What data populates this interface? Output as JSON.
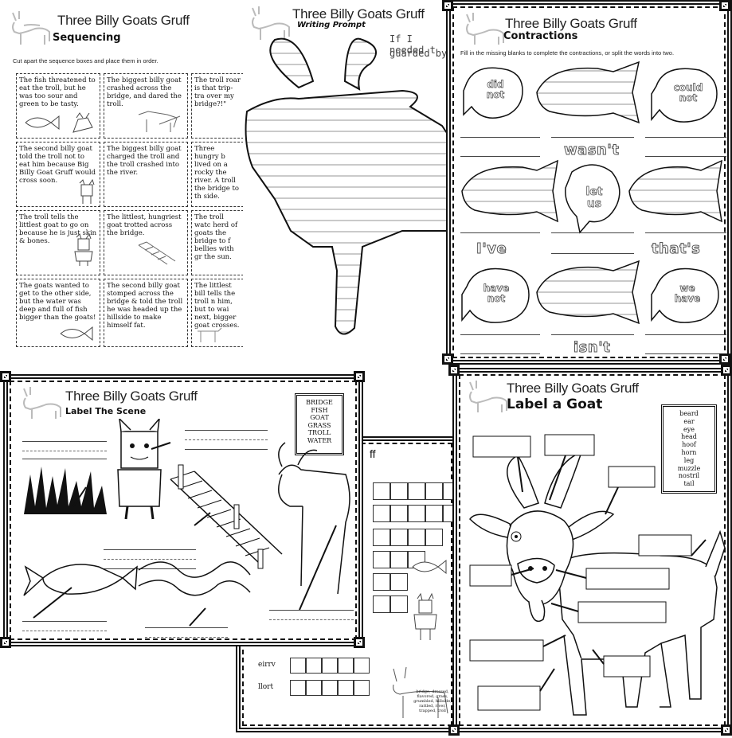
{
  "sequencing": {
    "title": "Three Billy Goats Gruff",
    "subtitle": "Sequencing",
    "instructions": "Cut apart the sequence boxes and place them in order.",
    "cells": [
      "The fish threatened to eat the troll, but he was too sour and green to be tasty.",
      "The biggest billy goat crashed across the bridge, and dared the troll.",
      "The troll roar is that trip-tra over my bridge?!\"",
      "The second billy goat told the troll not to eat him because Big Billy Goat Gruff would cross soon.",
      "The biggest billy goat charged the troll and the troll crashed into the river.",
      "Three hungry b lived on a rocky the river. A troll the bridge to th side.",
      "The troll tells the littlest goat to go on because he is just skin & bones.",
      "The littlest, hungriest goat trotted across the bridge.",
      "The troll watc herd of goats the bridge to f bellies with gr the sun.",
      "The goats wanted to get to the other side, but the water was deep and full of fish bigger than the goats!",
      "The second billy goat stomped across the bridge & told the troll he was headed up the hillside to make himself fat.",
      "The littlest bill tells the troll n him, but to wai next, bigger goat crosses."
    ]
  },
  "writing": {
    "title": "Three Billy Goats Gruff",
    "subtitle": "Writing Prompt",
    "prompt_line1": "If I needed t",
    "prompt_line2": "guarded by"
  },
  "contractions": {
    "title": "Three Billy Goats Gruff",
    "subtitle": "Contractions",
    "instructions": "Fill in the missing blanks to complete the contractions, or split the words into two.",
    "fish_words": [
      {
        "top": "did",
        "bottom": "not"
      },
      {
        "top": "could",
        "bottom": "not"
      },
      {
        "top": "let",
        "bottom": "us"
      },
      {
        "top": "have",
        "bottom": "not"
      },
      {
        "top": "we",
        "bottom": "have"
      }
    ],
    "given": [
      "wasn't",
      "I've",
      "that's",
      "isn't"
    ]
  },
  "scene": {
    "title": "Three Billy Goats Gruff",
    "subtitle": "Label The Scene",
    "word_bank": [
      "BRIDGE",
      "FISH",
      "GOAT",
      "GRASS",
      "TROLL",
      "WATER"
    ]
  },
  "scramble": {
    "title_fragment": "ff",
    "words": [
      "eirrv",
      "llort"
    ],
    "goat_caption": "bridge, dressed, flavored, grass, grumbled, hillside, rattled, river, trapped, troll"
  },
  "goat": {
    "title": "Three Billy Goats Gruff",
    "subtitle": "Label a Goat",
    "word_bank": [
      "beard",
      "ear",
      "eye",
      "head",
      "hoof",
      "horn",
      "leg",
      "muzzle",
      "nostril",
      "tail"
    ]
  }
}
